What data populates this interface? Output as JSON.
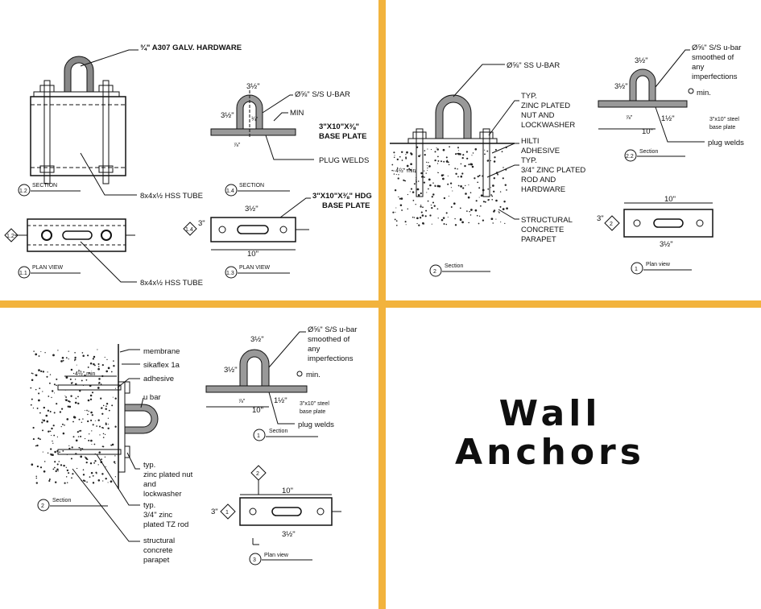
{
  "title_lines": [
    "Wall",
    "Anchors"
  ],
  "colors": {
    "divider": "#F2B33D",
    "background": "#FFFFFF",
    "ink": "#111111"
  },
  "q1": {
    "hardware": "¾\" A307 GALV. HARDWARE",
    "ubar": "Ø⅝\" S/S U-BAR",
    "min": "MIN",
    "base_plate": "3\"X10\"X⅜\"",
    "base_plate2": "BASE PLATE",
    "plug_welds": "PLUG WELDS",
    "hss_tube": "8x4x½ HSS TUBE",
    "hss_tube2": "8x4x½ HSS TUBE",
    "hdg_plate": "3\"X10\"X⅜\" HDG",
    "hdg_plate2": "BASE PLATE",
    "section_12": "SECTION",
    "section_14": "SECTION",
    "plan_view_11": "PLAN VIEW",
    "plan_view_13": "PLAN VIEW",
    "dim_3half": "3½\"",
    "dim_3": "3\"",
    "dim_10": "10\"",
    "dim_3q": "¾\"",
    "dim_78": "⅞\"",
    "tag_12": "1.2",
    "tag_14": "1.4",
    "tag_11": "1.1",
    "tag_13": "1.3"
  },
  "q2": {
    "ubar": "Ø⅝\" SS U-BAR",
    "nut_1": "TYP.",
    "nut_2": "ZINC PLATED",
    "nut_3": "NUT AND",
    "nut_4": "LOCKWASHER",
    "hilti_1": "HILTI",
    "hilti_2": "ADHESIVE",
    "rod_1": "TYP.",
    "rod_2": "3/4\" ZINC PLATED",
    "rod_3": "ROD AND",
    "rod_4": "HARDWARE",
    "conc_1": "STRUCTURAL",
    "conc_2": "CONCRETE",
    "conc_3": "PARAPET",
    "min_depth": "4½\" min",
    "ubar_r1": "Ø⅝\" S/S u-bar",
    "ubar_r2": "smoothed of",
    "ubar_r3": "any",
    "ubar_r4": "imperfections",
    "min_r": "min.",
    "plate_1": "3\"x10\" steel",
    "plate_2": "base plate",
    "plug_welds": "plug welds",
    "section_label": "Section",
    "section2_label": "Section",
    "plan_view": "Plan view",
    "dim_10": "10\"",
    "dim_3": "3\"",
    "dim_3half": "3½\"",
    "dim_1half": "1½\"",
    "dim_78": "⅞\"",
    "tag_2": "2",
    "tag_22": "2.2",
    "tag_1": "1"
  },
  "q3": {
    "membrane": "membrane",
    "sikaflex": "sikaflex 1a",
    "adhesive": "adhesive",
    "ubar": "u bar",
    "nut_1": "typ.",
    "nut_2": "zinc plated nut",
    "nut_3": "and",
    "nut_4": "lockwasher",
    "rod_1": "typ.",
    "rod_2": "3/4\" zinc",
    "rod_3": "plated TZ rod",
    "conc_1": "structural",
    "conc_2": "concrete",
    "conc_3": "parapet",
    "min_depth": "4½\" min",
    "ubar_r1": "Ø⅝\" S/S u-bar",
    "ubar_r2": "smoothed of",
    "ubar_r3": "any",
    "ubar_r4": "imperfections",
    "min_r": "min.",
    "plate_1": "3\"x10\" steel",
    "plate_2": "base plate",
    "plug_welds": "plug welds",
    "section_2": "Section",
    "section_1": "Section",
    "plan_view": "Plan view",
    "dim_10": "10\"",
    "dim_10b": "10\"",
    "dim_3": "3\"",
    "dim_3half": "3½\"",
    "dim_3half_b": "3½\"",
    "dim_1half": "1½\"",
    "dim_78": "⅞\"",
    "tag_2": "2",
    "tag_1": "1",
    "tag_3": "3"
  }
}
